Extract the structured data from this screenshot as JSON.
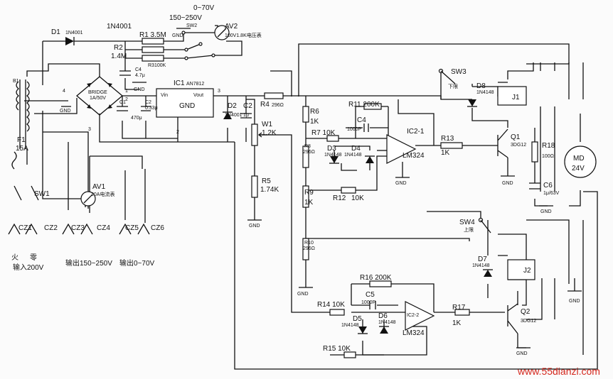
{
  "components": {
    "d1": "D1",
    "d1_part": "1N4001",
    "d1_part2": "1N4001",
    "sw2_range": "150~250V",
    "sw2": "SW2",
    "gnd": "GND",
    "range_0_70": "0~70V",
    "av2": "AV2",
    "av2_desc": "100V1.8K电压表",
    "r1": "R1 3.5M",
    "r2": "R2",
    "r2_val": "1.4M",
    "r3": "R3100K",
    "c4": "C4",
    "c4_val": "4.7μ",
    "bridge": "BRIDGE",
    "bridge_val": "1A/50V",
    "ic1": "IC1",
    "ic1_part": "AN7812",
    "ic1_vin": "Vin",
    "ic1_vout": "Vout",
    "ic1_gnd": "GND",
    "c1": "C1",
    "c1_val": "470μ",
    "c2a": "C2",
    "c2a_val": "0.33μ",
    "d2": "D2",
    "d2_part": "1N4001",
    "c2b": "C2",
    "c2b_val": "1μ",
    "r4": "R4",
    "r4_val": "296Ω",
    "w1": "W1",
    "w1_val": "1.2K",
    "r5": "R5",
    "r5_val": "1.74K",
    "r6": "R6",
    "r6_val": "1K",
    "r7": "R7 10K",
    "r8": "R8",
    "r8_val": "296Ω",
    "r9": "R9",
    "r9_val": "1K",
    "r10": "R10",
    "r10_val": "296Ω",
    "r11": "R11 200K",
    "c4b": "C4",
    "c4b_val": "1000P",
    "d3": "D3",
    "d4": "D4",
    "n4148": "1N4148",
    "ic2_1": "IC2-1",
    "lm324": "LM324",
    "r12": "R12",
    "r12_val": "10K",
    "r13": "R13",
    "r13_val": "1K",
    "q1": "Q1",
    "q1_part": "3DG12",
    "sw3": "SW3",
    "sw3_label": "下限",
    "d8": "D8",
    "j1": "J1",
    "r18": "R18",
    "r18_val": "100Ω",
    "md": "MD",
    "md_val": "24V",
    "c6": "C6",
    "c6_val": "1μ/63V",
    "sw4": "SW4",
    "sw4_label": "上限",
    "d7": "D7",
    "j2": "J2",
    "r16": "R16 200K",
    "c5": "C5",
    "c5_val": "1000P",
    "r14": "R14 10K",
    "d5": "D5",
    "d6": "D6",
    "ic2_2": "IC2-2",
    "r17": "R17",
    "r17_val": "1K",
    "q2": "Q2",
    "q2_part": "3DG12",
    "r15": "R15 10K",
    "f1": "F1",
    "f1_val": "15A",
    "b1": "B1",
    "sw1": "SW1",
    "av1": "AV1",
    "av1_desc": "20A电流表",
    "cz1": "CZ1",
    "cz2": "CZ2",
    "cz3": "CZ3",
    "cz4": "CZ4",
    "cz5": "CZ5",
    "cz6": "CZ6",
    "fire": "火",
    "neutral": "零",
    "input": "输入200V",
    "out1": "输出150~250V",
    "out2": "输出0~70V",
    "pin1": "1",
    "pin2": "2",
    "pin3": "3",
    "pin4": "4",
    "pin3b": "3",
    "pin2b": "2"
  },
  "watermark": "www.55dianzi.com"
}
